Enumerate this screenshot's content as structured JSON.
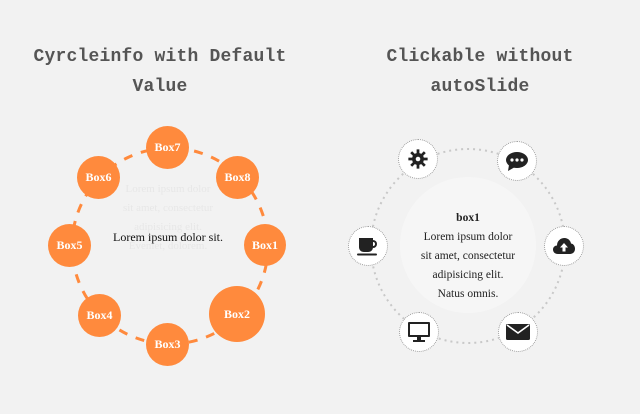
{
  "left_demo": {
    "title_line1": "Cyrcleinfo with Default",
    "title_line2": "Value",
    "center_text": "Lorem ipsum dolor sit.",
    "faded_text": "Lorem ipsum dolor sit amet, consectetur adipisicing elit. Eveniet, dolorem.",
    "boxes": [
      "Box1",
      "Box2",
      "Box3",
      "Box4",
      "Box5",
      "Box6",
      "Box7",
      "Box8"
    ],
    "accent": "#ff8a3d"
  },
  "right_demo": {
    "title_line1": "Clickable without",
    "title_line2": "autoSlide",
    "info_title": "box1",
    "info_text": "Lorem ipsum dolor sit amet, consectetur adipisicing elit. Natus omnis.",
    "icons": [
      "gear-icon",
      "chat-icon",
      "cloud-upload-icon",
      "mail-icon",
      "monitor-icon",
      "coffee-icon"
    ]
  }
}
